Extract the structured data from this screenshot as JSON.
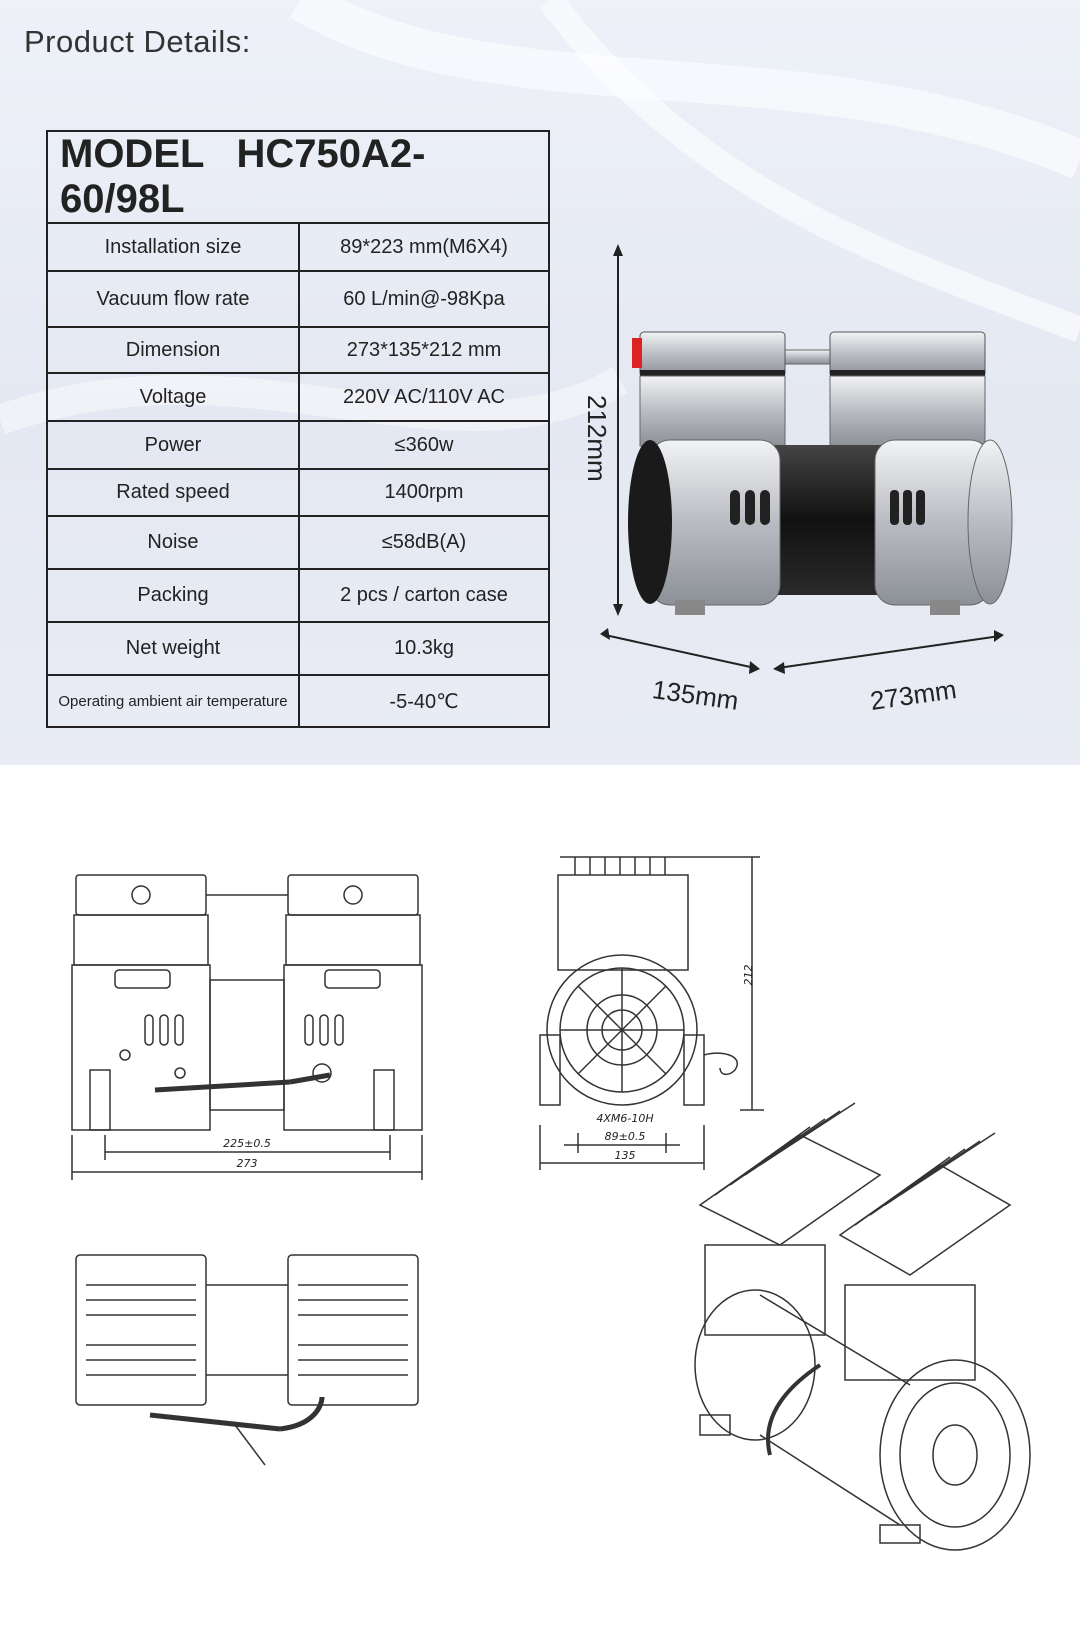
{
  "page_title": "Product Details:",
  "spec": {
    "model_label": "MODEL",
    "model_value": "HC750A2-60/98L",
    "rows": [
      {
        "label": "Installation size",
        "value": "89*223 mm(M6X4)"
      },
      {
        "label": "Vacuum flow rate",
        "value": "60 L/min@-98Kpa"
      },
      {
        "label": "Dimension",
        "value": "273*135*212 mm"
      },
      {
        "label": "Voltage",
        "value": "220V AC/110V AC"
      },
      {
        "label": "Power",
        "value": "≤360w"
      },
      {
        "label": "Rated speed",
        "value": "1400rpm"
      },
      {
        "label": "Noise",
        "value": "≤58dB(A)"
      },
      {
        "label": "Packing",
        "value": "2 pcs / carton case"
      },
      {
        "label": "Net weight",
        "value": "10.3kg"
      },
      {
        "label": "Operating ambient air temperature",
        "value": "-5-40℃"
      }
    ]
  },
  "photo_dims": {
    "height": "212mm",
    "depth": "135mm",
    "length": "273mm"
  },
  "drawing_labels": {
    "front_inner": "225±0.5",
    "front_outer": "273",
    "side_height": "212",
    "side_bolts": "4XM6-10H",
    "side_inner": "89±0.5",
    "side_outer": "135"
  }
}
